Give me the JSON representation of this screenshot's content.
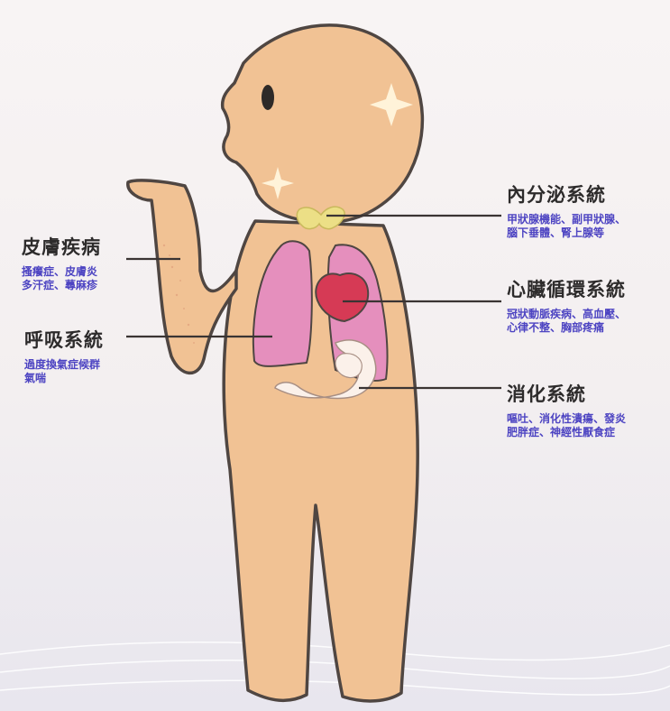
{
  "labels": {
    "skin": {
      "title": "皮膚疾病",
      "lines": [
        "搔癢症、皮膚炎",
        "多汗症、蕁麻疹"
      ]
    },
    "respiratory": {
      "title": "呼吸系統",
      "lines": [
        "過度換氣症候群",
        "氣喘"
      ]
    },
    "endocrine": {
      "title": "內分泌系統",
      "lines": [
        "甲狀腺機能、副甲狀腺、",
        "腦下垂體、腎上腺等"
      ]
    },
    "circulatory": {
      "title": "心臟循環系統",
      "lines": [
        "冠狀動脈疾病、高血壓、",
        "心律不整、胸部疼痛"
      ]
    },
    "digestive": {
      "title": "消化系統",
      "lines": [
        "嘔吐、消化性潰瘍、發炎",
        "肥胖症、神經性厭食症"
      ]
    }
  },
  "colors": {
    "skin_tone": "#f1c294",
    "outline": "#4f4642",
    "lung": "#e58fbd",
    "heart": "#d63a55",
    "thyroid": "#ecdf86",
    "stomach": "#fbf1ea",
    "label_title": "#2d2b2b",
    "label_desc": "#4d44c2"
  },
  "icons": [
    "thyroid-icon",
    "heart-icon",
    "lung-icon",
    "stomach-icon",
    "sparkle-icon"
  ]
}
